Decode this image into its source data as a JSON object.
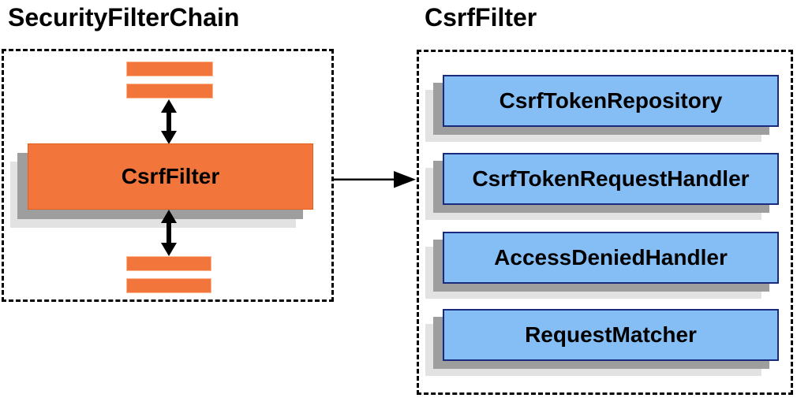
{
  "colors": {
    "orange": "#f2763b",
    "orange_border_light": "#f9b992",
    "orange_border_dark": "#e2601f",
    "blue": "#85bdf5",
    "blue_border": "#1a2a7d",
    "shadow_dark": "#9e9e9e",
    "shadow_light": "#e2e2e2",
    "arrow": "#000000",
    "container_border": "#000000"
  },
  "left_panel": {
    "title": "SecurityFilterChain",
    "filter_box_label": "CsrfFilter"
  },
  "right_panel": {
    "title": "CsrfFilter",
    "components": [
      {
        "label": "CsrfTokenRepository"
      },
      {
        "label": "CsrfTokenRequestHandler"
      },
      {
        "label": "AccessDeniedHandler"
      },
      {
        "label": "RequestMatcher"
      }
    ]
  }
}
